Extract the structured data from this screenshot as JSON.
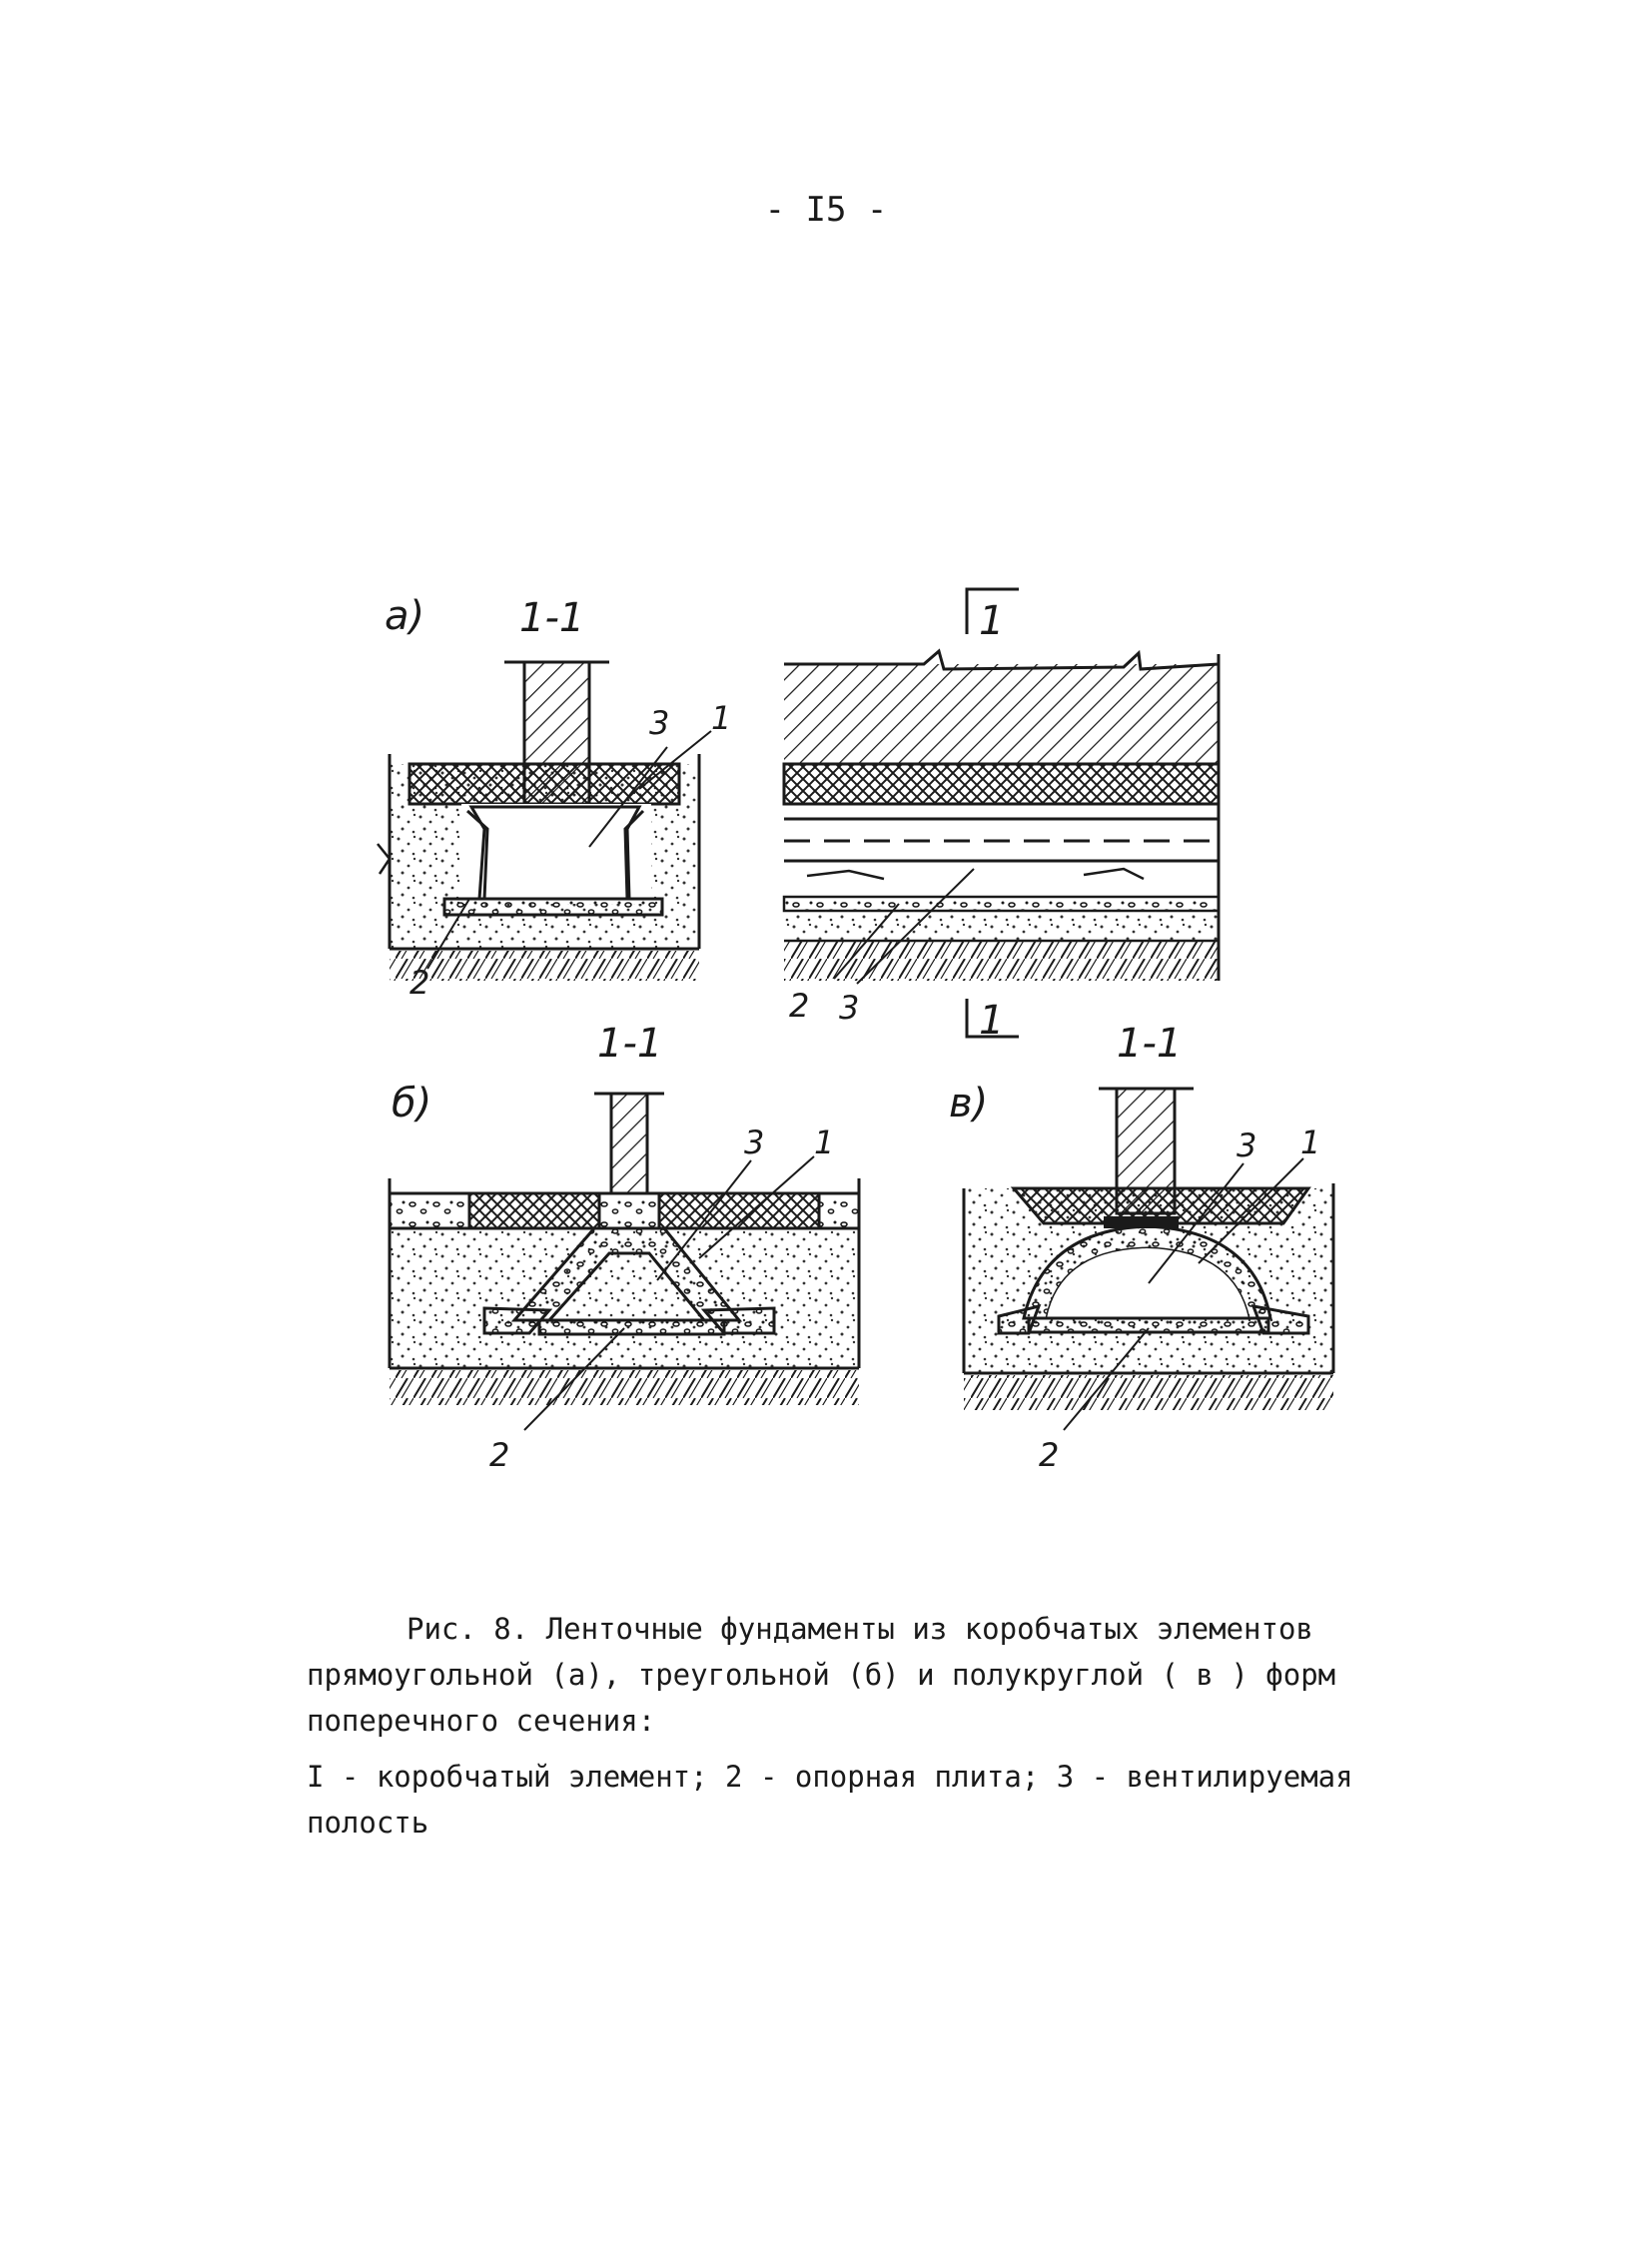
{
  "page_number": "- I5 -",
  "figure": {
    "panel_a_label": "а)",
    "panel_b_label": "б)",
    "panel_c_label": "в)",
    "section_label": "1-1",
    "section_marker": "1",
    "callout_1": "1",
    "callout_2": "2",
    "callout_3": "3"
  },
  "caption": {
    "lines": [
      "Рис. 8. Ленточные фундаменты из коробчатых элементов",
      "прямоугольной (а), треугольной (б) и полукруглой ( в ) форм",
      "поперечного сечения:"
    ],
    "legend_lines": [
      "I - коробчатый элемент; 2 - опорная плита; 3 - вентилируемая",
      "полость"
    ]
  }
}
